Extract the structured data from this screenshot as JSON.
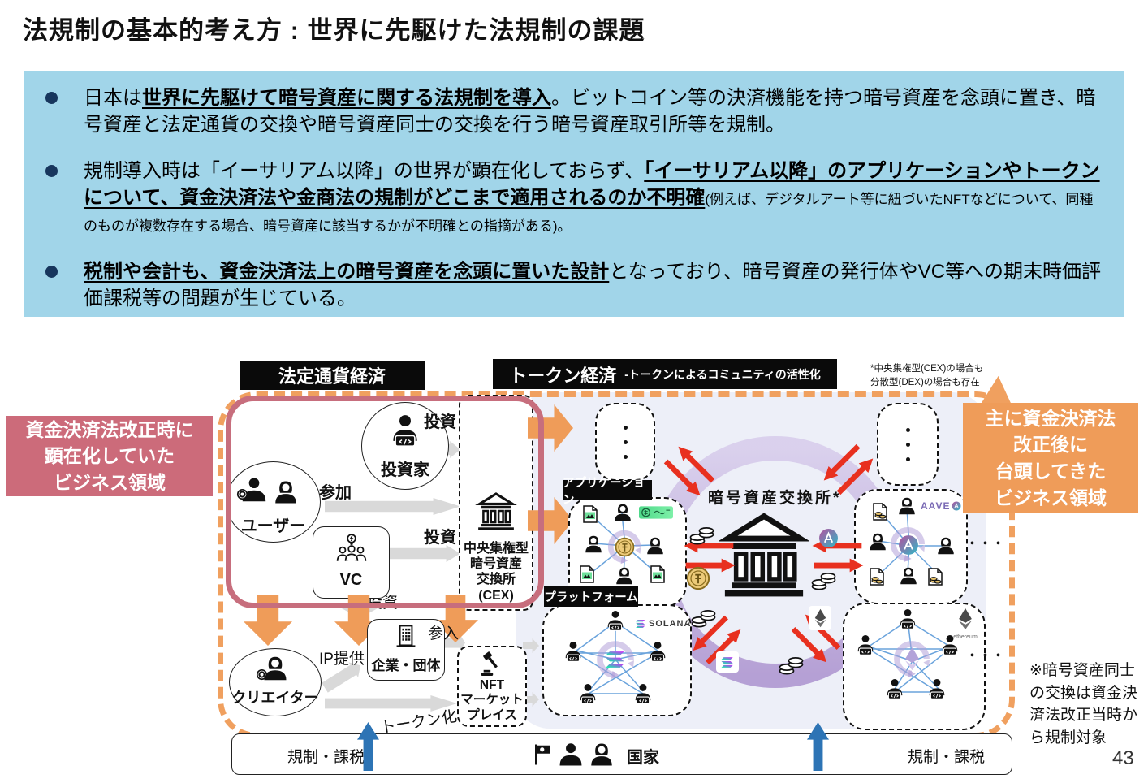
{
  "header": {
    "title": "法規制の基本的考え方 : 世界に先駆けた法規制の課題"
  },
  "page": {
    "number": "43"
  },
  "colors": {
    "panel_blue": "#a1d5e9",
    "pink": "#cc6b7a",
    "orange": "#ef9c59",
    "red_arrow": "#e8301f",
    "blue_arrow": "#2d74b5",
    "lavender": "#edeff8",
    "purple": "#b3a0d8"
  },
  "panel": {
    "bullets": [
      {
        "pre": "日本は",
        "bold": "世界に先駆けて暗号資産に関する法規制を導入",
        "post": "。ビットコイン等の決済機能を持つ暗号資産を念頭に置き、暗号資産と法定通貨の交換や暗号資産同士の交換を行う暗号資産取引所等を規制。"
      },
      {
        "pre": "規制導入時は「イーサリアム以降」の世界が顕在化しておらず、",
        "bold": "「イーサリアム以降」のアプリケーションやトークンについて、資金決済法や金商法の規制がどこまで適用されるのか不明確",
        "small": "(例えば、デジタルアート等に紐づいたNFTなどについて、同種のものが複数存在する場合、暗号資産に該当するかが不明確との指摘がある)。"
      },
      {
        "bold": "税制や会計も、資金決済法上の暗号資産を念頭に置いた設計",
        "post": "となっており、暗号資産の発行体やVC等への期末時価評価課税等の問題が生じている。"
      }
    ]
  },
  "diagram": {
    "headers": {
      "fiat": "法定通貨経済",
      "token": "トークン経済",
      "token_sub": "-トークンによるコミュニティの活性化",
      "cex_note": "*中央集権型(CEX)の場合も\n分散型(DEX)の場合も存在"
    },
    "side": {
      "left": "資金決済法改正時に\n顕在化していた\nビジネス領域",
      "right": "主に資金決済法\n改正後に\n台頭してきた\nビジネス領域"
    },
    "fiat": {
      "investor": "投資家",
      "invest_top": "投資",
      "user": "ユーザー",
      "join": "参加",
      "vc": "VC",
      "invest_mid": "投資",
      "invest_low": "投資",
      "cex": "中央集権型\n暗号資産\n交換所\n(CEX)",
      "creator": "クリエイター",
      "ip": "IP提供",
      "company": "企業・団体",
      "entry": "参入",
      "nft": "NFT\nマーケット\nプレイス",
      "tokenize": "トークン化"
    },
    "token": {
      "application": "アプリケーション",
      "platform": "プラットフォーム",
      "exchange": "暗号資産交換所*",
      "aave": "AAVE",
      "solana": "SOLANA",
      "ethereum": "ethereum",
      "dots": "・・・"
    },
    "bottom": {
      "regulation_left": "規制・課税",
      "nation": "国家",
      "regulation_right": "規制・課税"
    },
    "note": "※暗号資産同士\nの交換は資金決\n済法改正当時か\nら規制対象"
  }
}
